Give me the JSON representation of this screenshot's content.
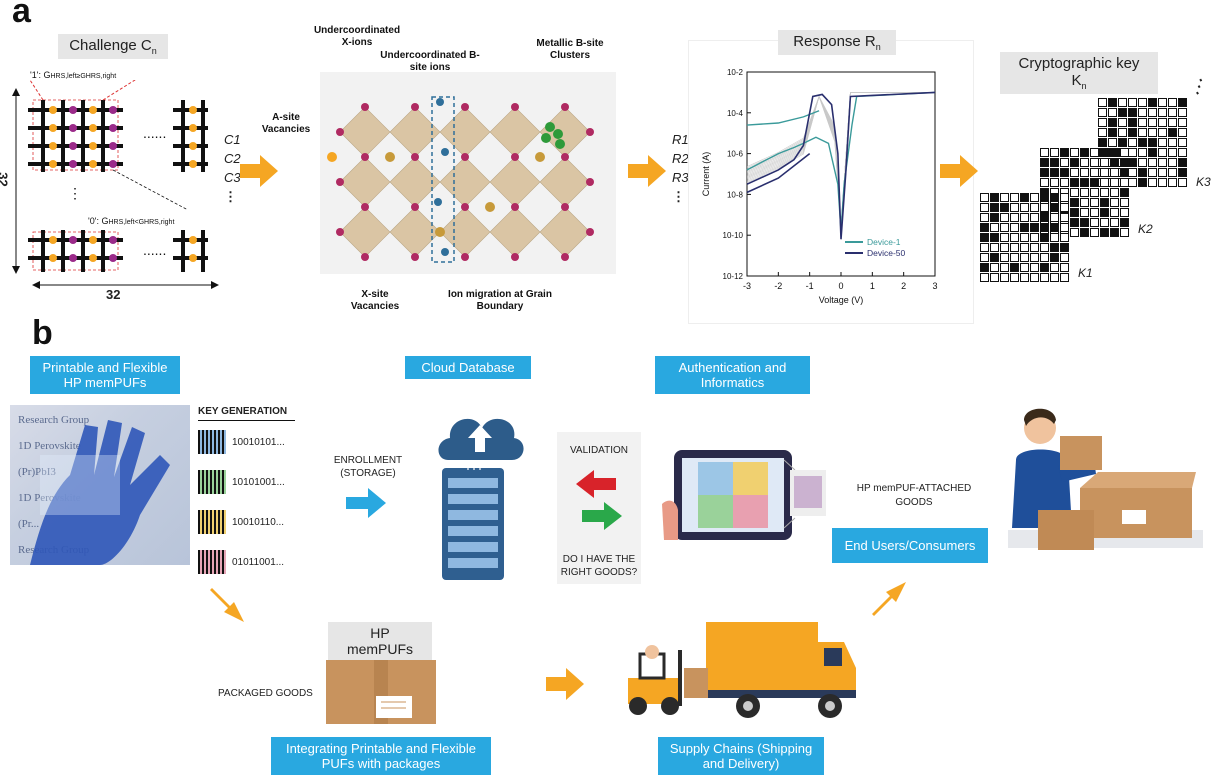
{
  "panel_a": {
    "letter": "a",
    "challenge_label": "Challenge C",
    "challenge_sub": "n",
    "rule_one": "'1': G",
    "rule_one_tail": "HRS,left≥GHRS,right",
    "rule_zero": "'0': G",
    "rule_zero_tail": "HRS,left<GHRS,right",
    "dim_vertical": "32",
    "dim_horizontal": "32",
    "c_labels": [
      "C1",
      "C2",
      "C3"
    ],
    "crystal_labels": {
      "undercoord_x": "Undercoordinated X-ions",
      "undercoord_b": "Undercoordinated B-site ions",
      "metallic": "Metallic B-site Clusters",
      "a_site": "A-site Vacancies",
      "x_site": "X-site Vacancies",
      "ion_migration": "Ion migration at Grain Boundary"
    },
    "r_labels": [
      "R1",
      "R2",
      "R3"
    ],
    "response_label": "Response R",
    "response_sub": "n",
    "key_label": "Cryptographic key K",
    "key_sub": "n",
    "key_labels": [
      "K1",
      "K2",
      "K3"
    ]
  },
  "chart_data": {
    "type": "line",
    "xlabel": "Voltage (V)",
    "ylabel": "Current (A)",
    "xlim": [
      -3,
      3
    ],
    "ylim_exponent": [
      -12,
      -2
    ],
    "x_ticks": [
      "-3",
      "-2",
      "-1",
      "0",
      "1",
      "2",
      "3"
    ],
    "y_ticks": [
      "10-2",
      "10-4",
      "10-6",
      "10-8",
      "10-10",
      "10-12"
    ],
    "log_scale_y": true,
    "legend_placement": "bottom-right",
    "series": [
      {
        "name": "Device-1",
        "color": "#3a9a9a"
      },
      {
        "name": "Device-50",
        "color": "#2a2f6e"
      }
    ]
  },
  "panel_b": {
    "letter": "b",
    "printable_label": "Printable and Flexible HP memPUFs",
    "cloud_label": "Cloud Database",
    "auth_label": "Authentication and Informatics",
    "key_gen_title": "KEY GENERATION",
    "keys": [
      "10010101...",
      "10101001...",
      "10010110...",
      "01011001..."
    ],
    "key_colors": [
      "#8fb8e0",
      "#9ad29a",
      "#f0d070",
      "#e6a6b6"
    ],
    "enrollment": "ENROLLMENT (STORAGE)",
    "validation": "VALIDATION",
    "question": "DO I HAVE THE RIGHT GOODS?",
    "attached": "HP memPUF-ATTACHED GOODS",
    "end_users": "End Users/Consumers",
    "hp_mempufs": "HP memPUFs",
    "packaged": "PACKAGED GOODS",
    "integrating": "Integrating Printable and Flexible PUFs with packages",
    "supply": "Supply Chains (Shipping and Delivery)",
    "photo_text": [
      "Research Group",
      "1D Perovskite",
      "(Pr)PbI3",
      "1D Perovskite",
      "(Pr...",
      "Research Group"
    ]
  },
  "colors": {
    "accent_blue": "#29a8e0",
    "orange": "#f5a623",
    "red_arrow": "#d8232a",
    "green_arrow": "#2aa84a"
  }
}
